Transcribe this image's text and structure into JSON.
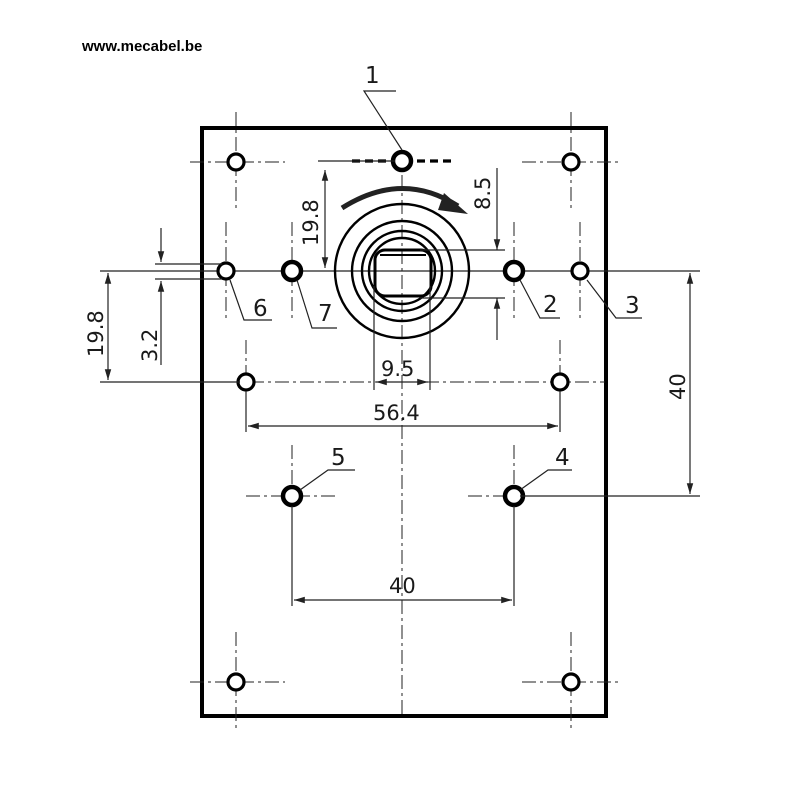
{
  "header": {
    "site_url": "www.mecabel.be"
  },
  "callouts": [
    "1",
    "2",
    "3",
    "4",
    "5",
    "6",
    "7"
  ],
  "dimensions": {
    "top_to_center": "19.8",
    "right_offset": "8.5",
    "left_height": "19.8",
    "small_offset": "3.2",
    "shaft_width": "9.5",
    "hole_span": "56.4",
    "right_height": "40",
    "bottom_span": "40"
  }
}
